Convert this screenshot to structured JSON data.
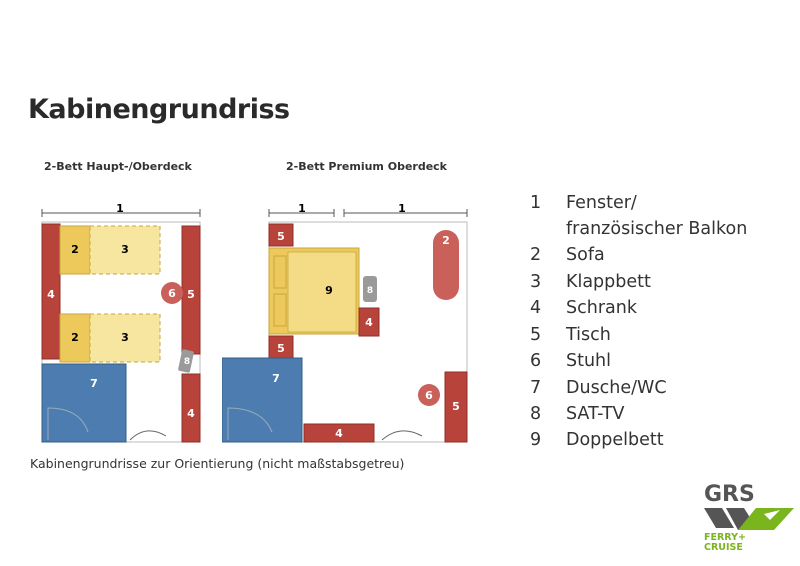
{
  "title": "Kabinengrundriss",
  "plans": [
    {
      "label": "2-Bett Haupt-/Oberdeck",
      "marks": {
        "w1": "1",
        "sofa_top": "2",
        "bed_top": "3",
        "schrank": "4",
        "sofa_bot": "2",
        "bed_bot": "3",
        "stuhl": "6",
        "tisch": "5",
        "tv": "8",
        "dusche": "7",
        "schrank2": "4"
      }
    },
    {
      "label": "2-Bett Premium Oberdeck",
      "marks": {
        "w1a": "1",
        "w1b": "1",
        "tisch_top": "5",
        "sofa": "2",
        "bett": "9",
        "tv": "8",
        "schrank_mid": "4",
        "tisch_mid": "5",
        "dusche": "7",
        "stuhl": "6",
        "tisch_right": "5",
        "schrank_bot": "4"
      }
    }
  ],
  "caption": "Kabinengrundrisse zur Orientierung (nicht maßstabsgetreu)",
  "legend": [
    {
      "num": "1",
      "label": "Fenster/",
      "label2": "französischer Balkon"
    },
    {
      "num": "2",
      "label": "Sofa"
    },
    {
      "num": "3",
      "label": "Klappbett"
    },
    {
      "num": "4",
      "label": "Schrank"
    },
    {
      "num": "5",
      "label": "Tisch"
    },
    {
      "num": "6",
      "label": "Stuhl"
    },
    {
      "num": "7",
      "label": "Dusche/WC"
    },
    {
      "num": "8",
      "label": "SAT-TV"
    },
    {
      "num": "9",
      "label": "Doppelbett"
    }
  ],
  "logo": {
    "brand": "GRS",
    "line1": "FERRY+",
    "line2": "CRUISE"
  },
  "colors": {
    "wood": "#b8433b",
    "woodEdge": "#8f2f28",
    "sofa": "#ecc95a",
    "bed": "#f7e6a0",
    "bath": "#4d7db0",
    "accent": "#7ab51d"
  }
}
